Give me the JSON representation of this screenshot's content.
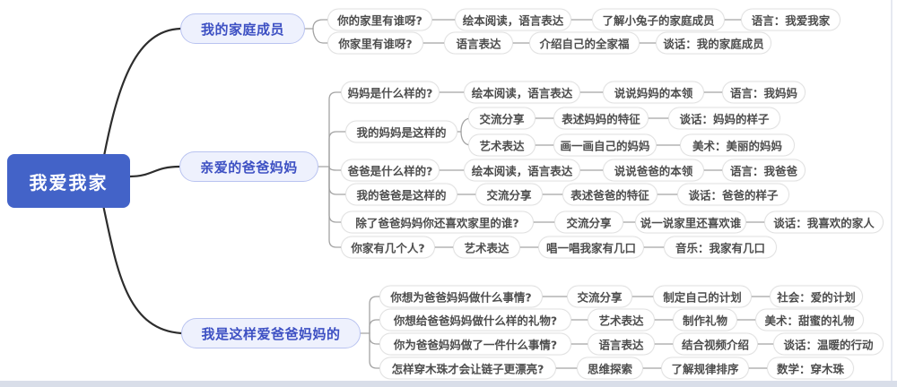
{
  "title": "我爱我家 思维导图",
  "root": {
    "label": "我爱我家"
  },
  "branches": [
    {
      "label": "我的家庭成员",
      "rows": [
        {
          "nodes": [
            "你的家里有谁呀?",
            "绘本阅读，语言表达",
            "了解小兔子的家庭成员",
            "语言：我爱我家"
          ]
        },
        {
          "nodes": [
            "你家里有谁呀?",
            "语言表达",
            "介绍自己的全家福",
            "谈话：我的家庭成员"
          ]
        }
      ]
    },
    {
      "label": "亲爱的爸爸妈妈",
      "rows": [
        {
          "nodes": [
            "妈妈是什么样的?",
            "绘本阅读，语言表达",
            "说说妈妈的本领",
            "语言：我妈妈"
          ]
        },
        {
          "nodes": [
            "交流分享",
            "表述妈妈的特征",
            "谈话：妈妈的样子"
          ]
        },
        {
          "nodes": [
            "我的妈妈是这样的"
          ]
        },
        {
          "nodes": [
            "艺术表达",
            "画一画自己的妈妈",
            "美术：美丽的妈妈"
          ]
        },
        {
          "nodes": [
            "爸爸是什么样的?",
            "绘本阅读，语言表达",
            "说说爸爸的本领",
            "语言：我爸爸"
          ]
        },
        {
          "nodes": [
            "我的爸爸是这样的",
            "交流分享",
            "表述爸爸的特征",
            "谈话：爸爸的样子"
          ]
        },
        {
          "nodes": [
            "除了爸爸妈妈你还喜欢家里的谁?",
            "交流分享",
            "说一说家里还喜欢谁",
            "谈话：我喜欢的家人"
          ]
        },
        {
          "nodes": [
            "你家有几个人?",
            "艺术表达",
            "唱一唱我家有几口",
            "音乐：我家有几口"
          ]
        }
      ]
    },
    {
      "label": "我是这样爱爸爸妈妈的",
      "rows": [
        {
          "nodes": [
            "你想为爸爸妈妈做什么事情?",
            "交流分享",
            "制定自己的计划",
            "社会：爱的计划"
          ]
        },
        {
          "nodes": [
            "你想给爸爸妈妈做什么样的礼物?",
            "艺术表达",
            "制作礼物",
            "美术：甜蜜的礼物"
          ]
        },
        {
          "nodes": [
            "你为爸爸妈妈做了一件什么事情?",
            "语言表达",
            "结合视频介绍",
            "谈话：温暖的行动"
          ]
        },
        {
          "nodes": [
            "怎样穿木珠才会让链子更漂亮?",
            "思维探索",
            "了解规律排序",
            "数学：穿木珠"
          ]
        }
      ]
    }
  ],
  "colors": {
    "root_bg": "#4363c8",
    "root_text": "#ffffff",
    "branch_bg": "#eef1fd",
    "branch_border": "#b9c3f0",
    "branch_text": "#3d50c3",
    "leaf_bg": "#ffffff",
    "leaf_border": "#e1e1e1",
    "leaf_text": "#4d4d4d",
    "connector": "#a3a3a3",
    "root_connector": "#2d2d2d"
  }
}
